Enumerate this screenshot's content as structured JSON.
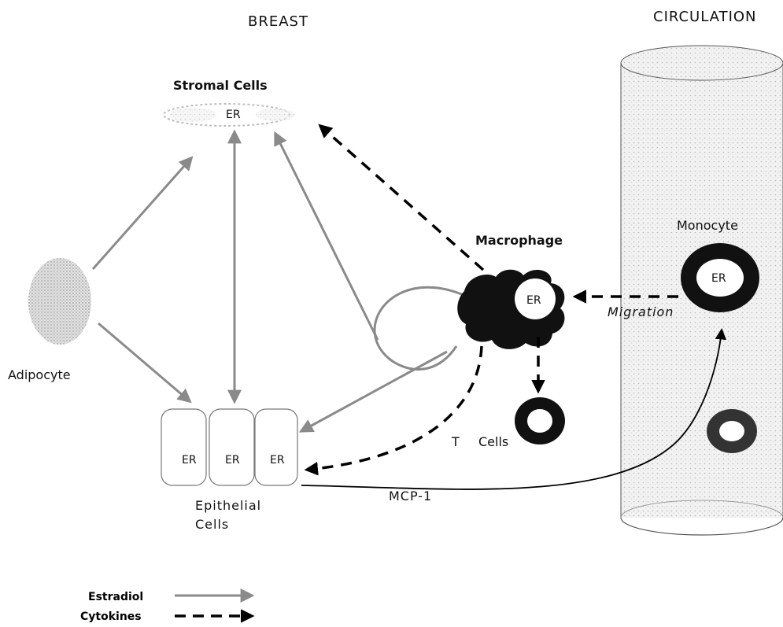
{
  "headers": {
    "breast": "BREAST",
    "circulation": "CIRCULATION"
  },
  "cells": {
    "stromal": "Stromal   Cells",
    "adipocyte": "Adipocyte",
    "epithelial_line1": "Epithelial",
    "epithelial_line2": "Cells",
    "macrophage": "Macrophage",
    "monocyte": "Monocyte",
    "t_cells_t": "T",
    "t_cells_label": "Cells",
    "er": "ER"
  },
  "signals": {
    "migration": "Migration",
    "mcp1": "MCP-1"
  },
  "legend": {
    "estradiol": "Estradiol",
    "cytokines": "Cytokines"
  },
  "colors": {
    "estradiol_arrow": "#8a8a8a",
    "cytokine_arrow": "#000000",
    "macrophage_fill": "#111111",
    "vessel_fill": "#e9e9e9"
  }
}
